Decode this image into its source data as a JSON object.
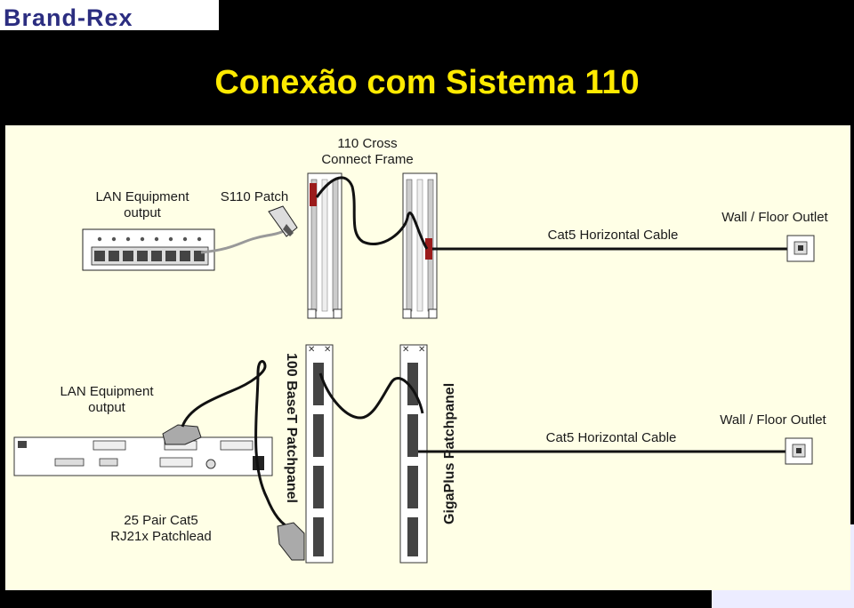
{
  "logo": {
    "text": "Brand-Rex"
  },
  "slide": {
    "title": "Conexão com Sistema 110"
  },
  "top_section": {
    "lan_equipment": [
      "LAN Equipment",
      "output"
    ],
    "s110_patch": "S110 Patch",
    "cross_connect": [
      "110 Cross",
      "Connect Frame"
    ],
    "horizontal_cable": "Cat5 Horizontal Cable",
    "outlet": "Wall / Floor  Outlet"
  },
  "bottom_section": {
    "lan_equipment": [
      "LAN Equipment",
      "output"
    ],
    "patchlead": [
      "25 Pair Cat5",
      "RJ21x Patchlead"
    ],
    "patchpanel_100baset": "100 BaseT Patchpanel",
    "gigaplus_patchpanel": "GigaPlus Patchpanel",
    "horizontal_cable": "Cat5 Horizontal Cable",
    "outlet": "Wall / Floor  Outlet"
  },
  "colors": {
    "header_bg": "#000000",
    "title": "#ffea00",
    "content_bg": "#ffffe6",
    "logo_bg": "#ffffff",
    "logo_text": "#2b2d80",
    "connector_red": "#9b1b1b",
    "footer_accent": "#ececff"
  }
}
